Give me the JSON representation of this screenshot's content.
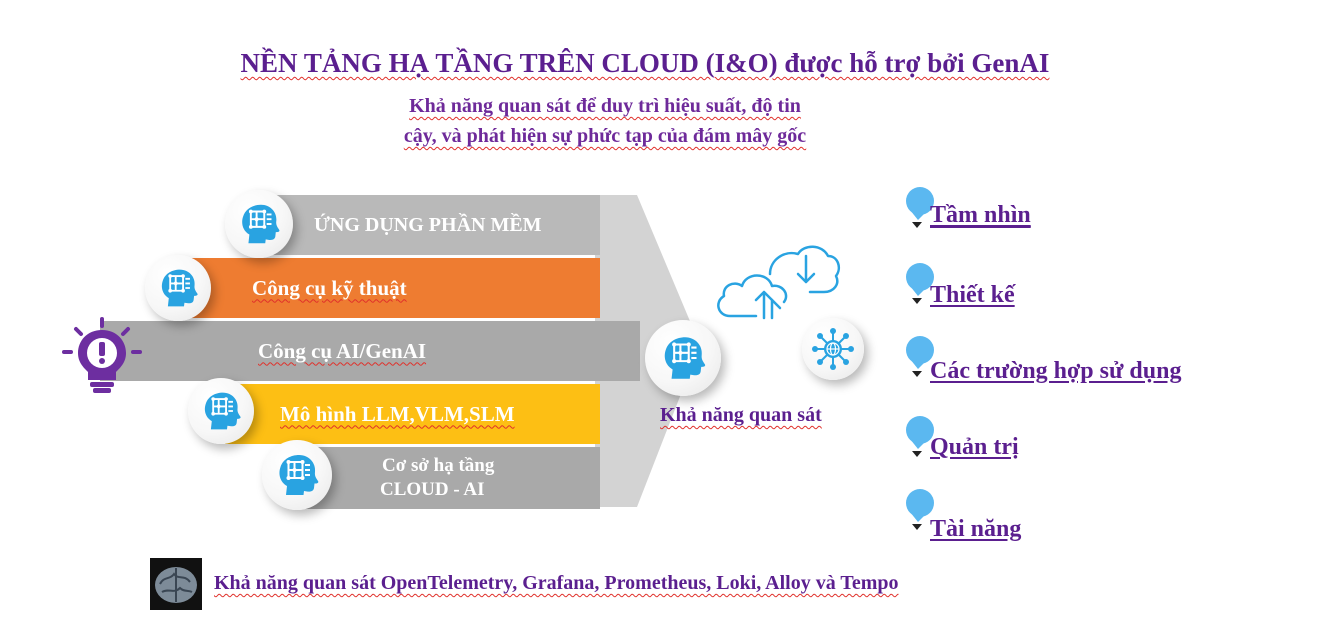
{
  "title": "NỀN TẢNG HẠ TẦNG TRÊN CLOUD (I&O) được hỗ trợ bởi GenAI",
  "subtitle": {
    "line1": "Khả năng quan sát để duy trì hiệu suất, độ tin",
    "line2": "cậy, và phát hiện sự phức tạp của  đám mây gốc"
  },
  "layers": [
    {
      "label": "ỨNG DỤNG PHẦN MỀM",
      "color": "#b9b9b9"
    },
    {
      "label": "Công cụ kỹ thuật",
      "color": "#ee7c31"
    },
    {
      "label": "Công cụ AI/GenAI",
      "color": "#a9a9a9"
    },
    {
      "label": "Mô hình LLM,VLM,SLM",
      "color": "#fdbf14"
    },
    {
      "label_line1": "Cơ sở hạ tầng",
      "label_line2": "CLOUD - AI",
      "color": "#a9a9a9"
    }
  ],
  "center": {
    "label": "Khả năng quan sát",
    "icons": [
      "ai-head-icon",
      "cloud-sync-icon",
      "network-globe-icon",
      "lightbulb-icon"
    ]
  },
  "outcomes": [
    "Tầm nhìn",
    "Thiết kế",
    "Các trường hợp sử dụng",
    "Quản trị",
    "Tài năng"
  ],
  "footer": "Khả năng quan sát OpenTelemetry, Grafana, Prometheus, Loki, Alloy và Tempo",
  "colors": {
    "title": "#5b1f8f",
    "accent_blue": "#29a3e1",
    "bulb_purple": "#6d2ea0",
    "bulb_blue": "#5bb8f0"
  }
}
